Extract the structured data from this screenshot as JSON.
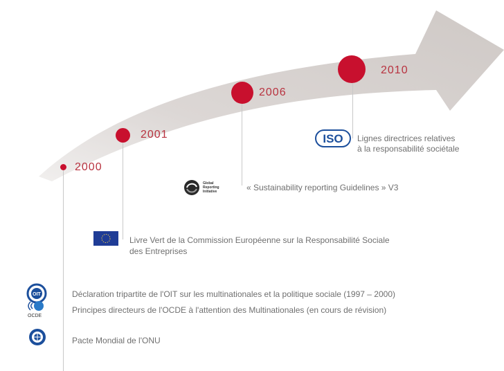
{
  "milestones": [
    {
      "year": "2000"
    },
    {
      "year": "2001"
    },
    {
      "year": "2006"
    },
    {
      "year": "2010"
    }
  ],
  "entries": {
    "iso": {
      "logo_text": "ISO",
      "line1": "Lignes directrices relatives",
      "line2": "à la responsabilité sociétale"
    },
    "gri": {
      "logo_text_1": "Global",
      "logo_text_2": "Reporting",
      "logo_text_3": "Initiative",
      "text": "« Sustainability reporting Guidelines » V3"
    },
    "eu": {
      "line1": "Livre Vert de la Commission Européenne sur la Responsabilité Sociale",
      "line2": "des Entreprises"
    },
    "oit": {
      "logo_text": "OIT",
      "text": "Déclaration tripartite de l'OIT sur les multinationales et la politique sociale (1997 – 2000)"
    },
    "ocde": {
      "logo_text": "OCDE",
      "text": "Principes directeurs de l'OCDE à l'attention des Multinationales (en cours de révision)"
    },
    "onu": {
      "text": "Pacte Mondial de l'ONU"
    }
  },
  "colors": {
    "accent": "#c8102e",
    "arrow": "#d9d4d2",
    "text": "#6f6f6f",
    "year": "#b8323f"
  }
}
